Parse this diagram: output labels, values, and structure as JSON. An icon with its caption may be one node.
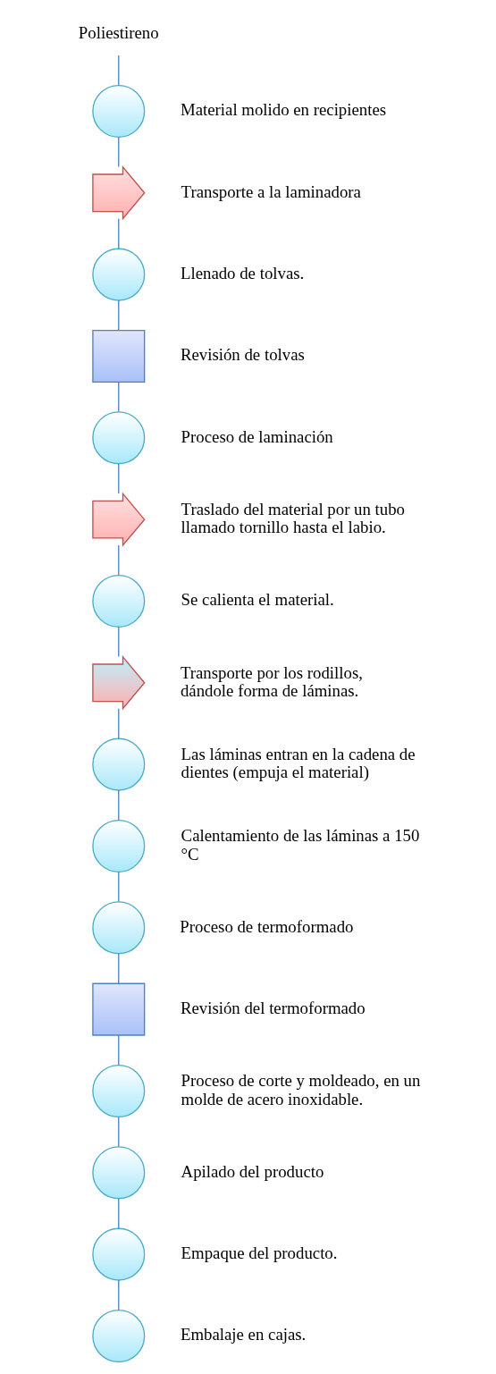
{
  "diagram": {
    "nodes": [
      {
        "text": [
          "Poliestireno"
        ]
      },
      {
        "text": [],
        "shape": "circle",
        "beside": [
          "Material molido en recipientes"
        ]
      },
      {
        "text": [],
        "shape": "arrow",
        "beside": [
          "Transporte a la laminadora"
        ]
      },
      {
        "text": [],
        "shape": "circle",
        "beside": [
          "Llenado de tolvas."
        ]
      },
      {
        "text": [],
        "shape": "box",
        "beside": [
          "Revisión de tolvas"
        ]
      },
      {
        "text": [],
        "shape": "circle",
        "beside": [
          "Proceso de laminación"
        ]
      },
      {
        "text": [],
        "shape": "arrow",
        "beside": [
          "Traslado del material por un tubo llamado tornillo hasta el labio."
        ]
      },
      {
        "text": [],
        "shape": "circle",
        "beside": [
          "Se calienta el material."
        ]
      },
      {
        "text": [],
        "shape": "combined",
        "beside": [
          "Transporte por los rodillos, dándole forma de láminas."
        ]
      },
      {
        "text": [],
        "shape": "circle",
        "beside": [
          "Las láminas entran en la cadena de dientes (empuja el material)"
        ]
      },
      {
        "text": [],
        "shape": "circle",
        "beside": [
          "Calentamiento de las láminas a 150 °C"
        ]
      },
      {
        "text": [],
        "shape": "circle",
        "beside": [
          "Proceso de termoformado"
        ]
      },
      {
        "text": [],
        "shape": "box",
        "beside": [
          "Revisión del termoformado"
        ]
      },
      {
        "text": [],
        "shape": "circle",
        "beside": [
          "Proceso de corte y moldeado, en un molde de acero inoxidable."
        ]
      },
      {
        "text": [],
        "shape": "circle",
        "beside": [
          "Apilado del producto"
        ]
      },
      {
        "text": [],
        "shape": "circle",
        "beside": [
          "Empaque del producto."
        ]
      },
      {
        "text": [],
        "shape": "circle",
        "beside": [
          "Embalaje en cajas."
        ]
      }
    ],
    "edges": [
      {
        "from": 0,
        "to": 1,
        "arrow": "none"
      },
      {
        "from": 1,
        "to": 2,
        "arrow": "none"
      },
      {
        "from": 2,
        "to": 3,
        "arrow": "none"
      },
      {
        "from": 3,
        "to": 4,
        "arrow": "none"
      },
      {
        "from": 4,
        "to": 5,
        "arrow": "none"
      },
      {
        "from": 5,
        "to": 6,
        "arrow": "none"
      },
      {
        "from": 6,
        "to": 7,
        "arrow": "none"
      },
      {
        "from": 7,
        "to": 8,
        "arrow": "none"
      },
      {
        "from": 8,
        "to": 9,
        "arrow": "none"
      },
      {
        "from": 9,
        "to": 10,
        "arrow": "none"
      },
      {
        "from": 10,
        "to": 11,
        "arrow": "none"
      },
      {
        "from": 11,
        "to": 12,
        "arrow": "none"
      },
      {
        "from": 12,
        "to": 13,
        "arrow": "none"
      },
      {
        "from": 13,
        "to": 14,
        "arrow": "none"
      },
      {
        "from": 14,
        "to": 15,
        "arrow": "none"
      },
      {
        "from": 15,
        "to": 16,
        "arrow": "none"
      }
    ]
  }
}
